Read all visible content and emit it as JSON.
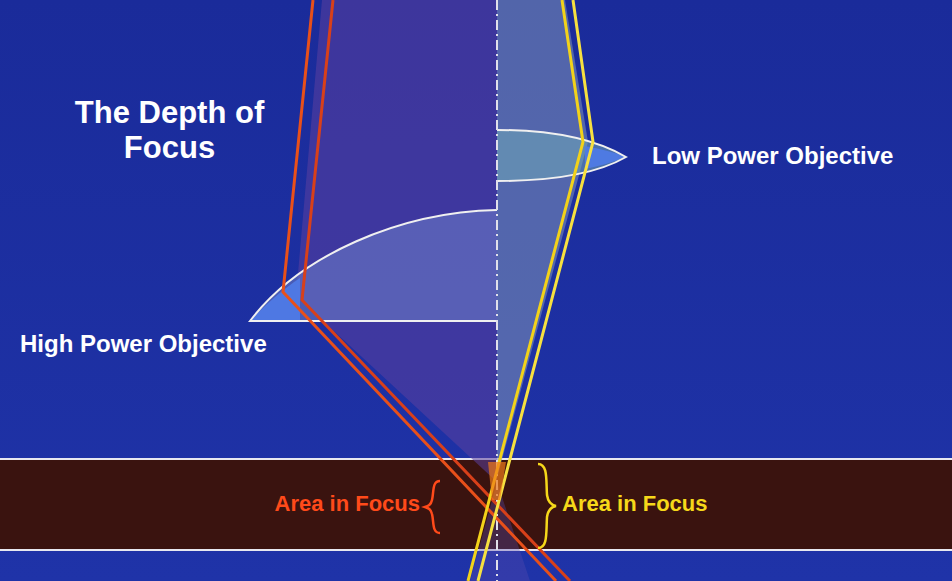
{
  "diagram": {
    "title": "The Depth of Focus",
    "labels": [
      "Low Power Objective",
      "High Power Objective",
      "Area in Focus",
      "Area in Focus"
    ]
  }
}
